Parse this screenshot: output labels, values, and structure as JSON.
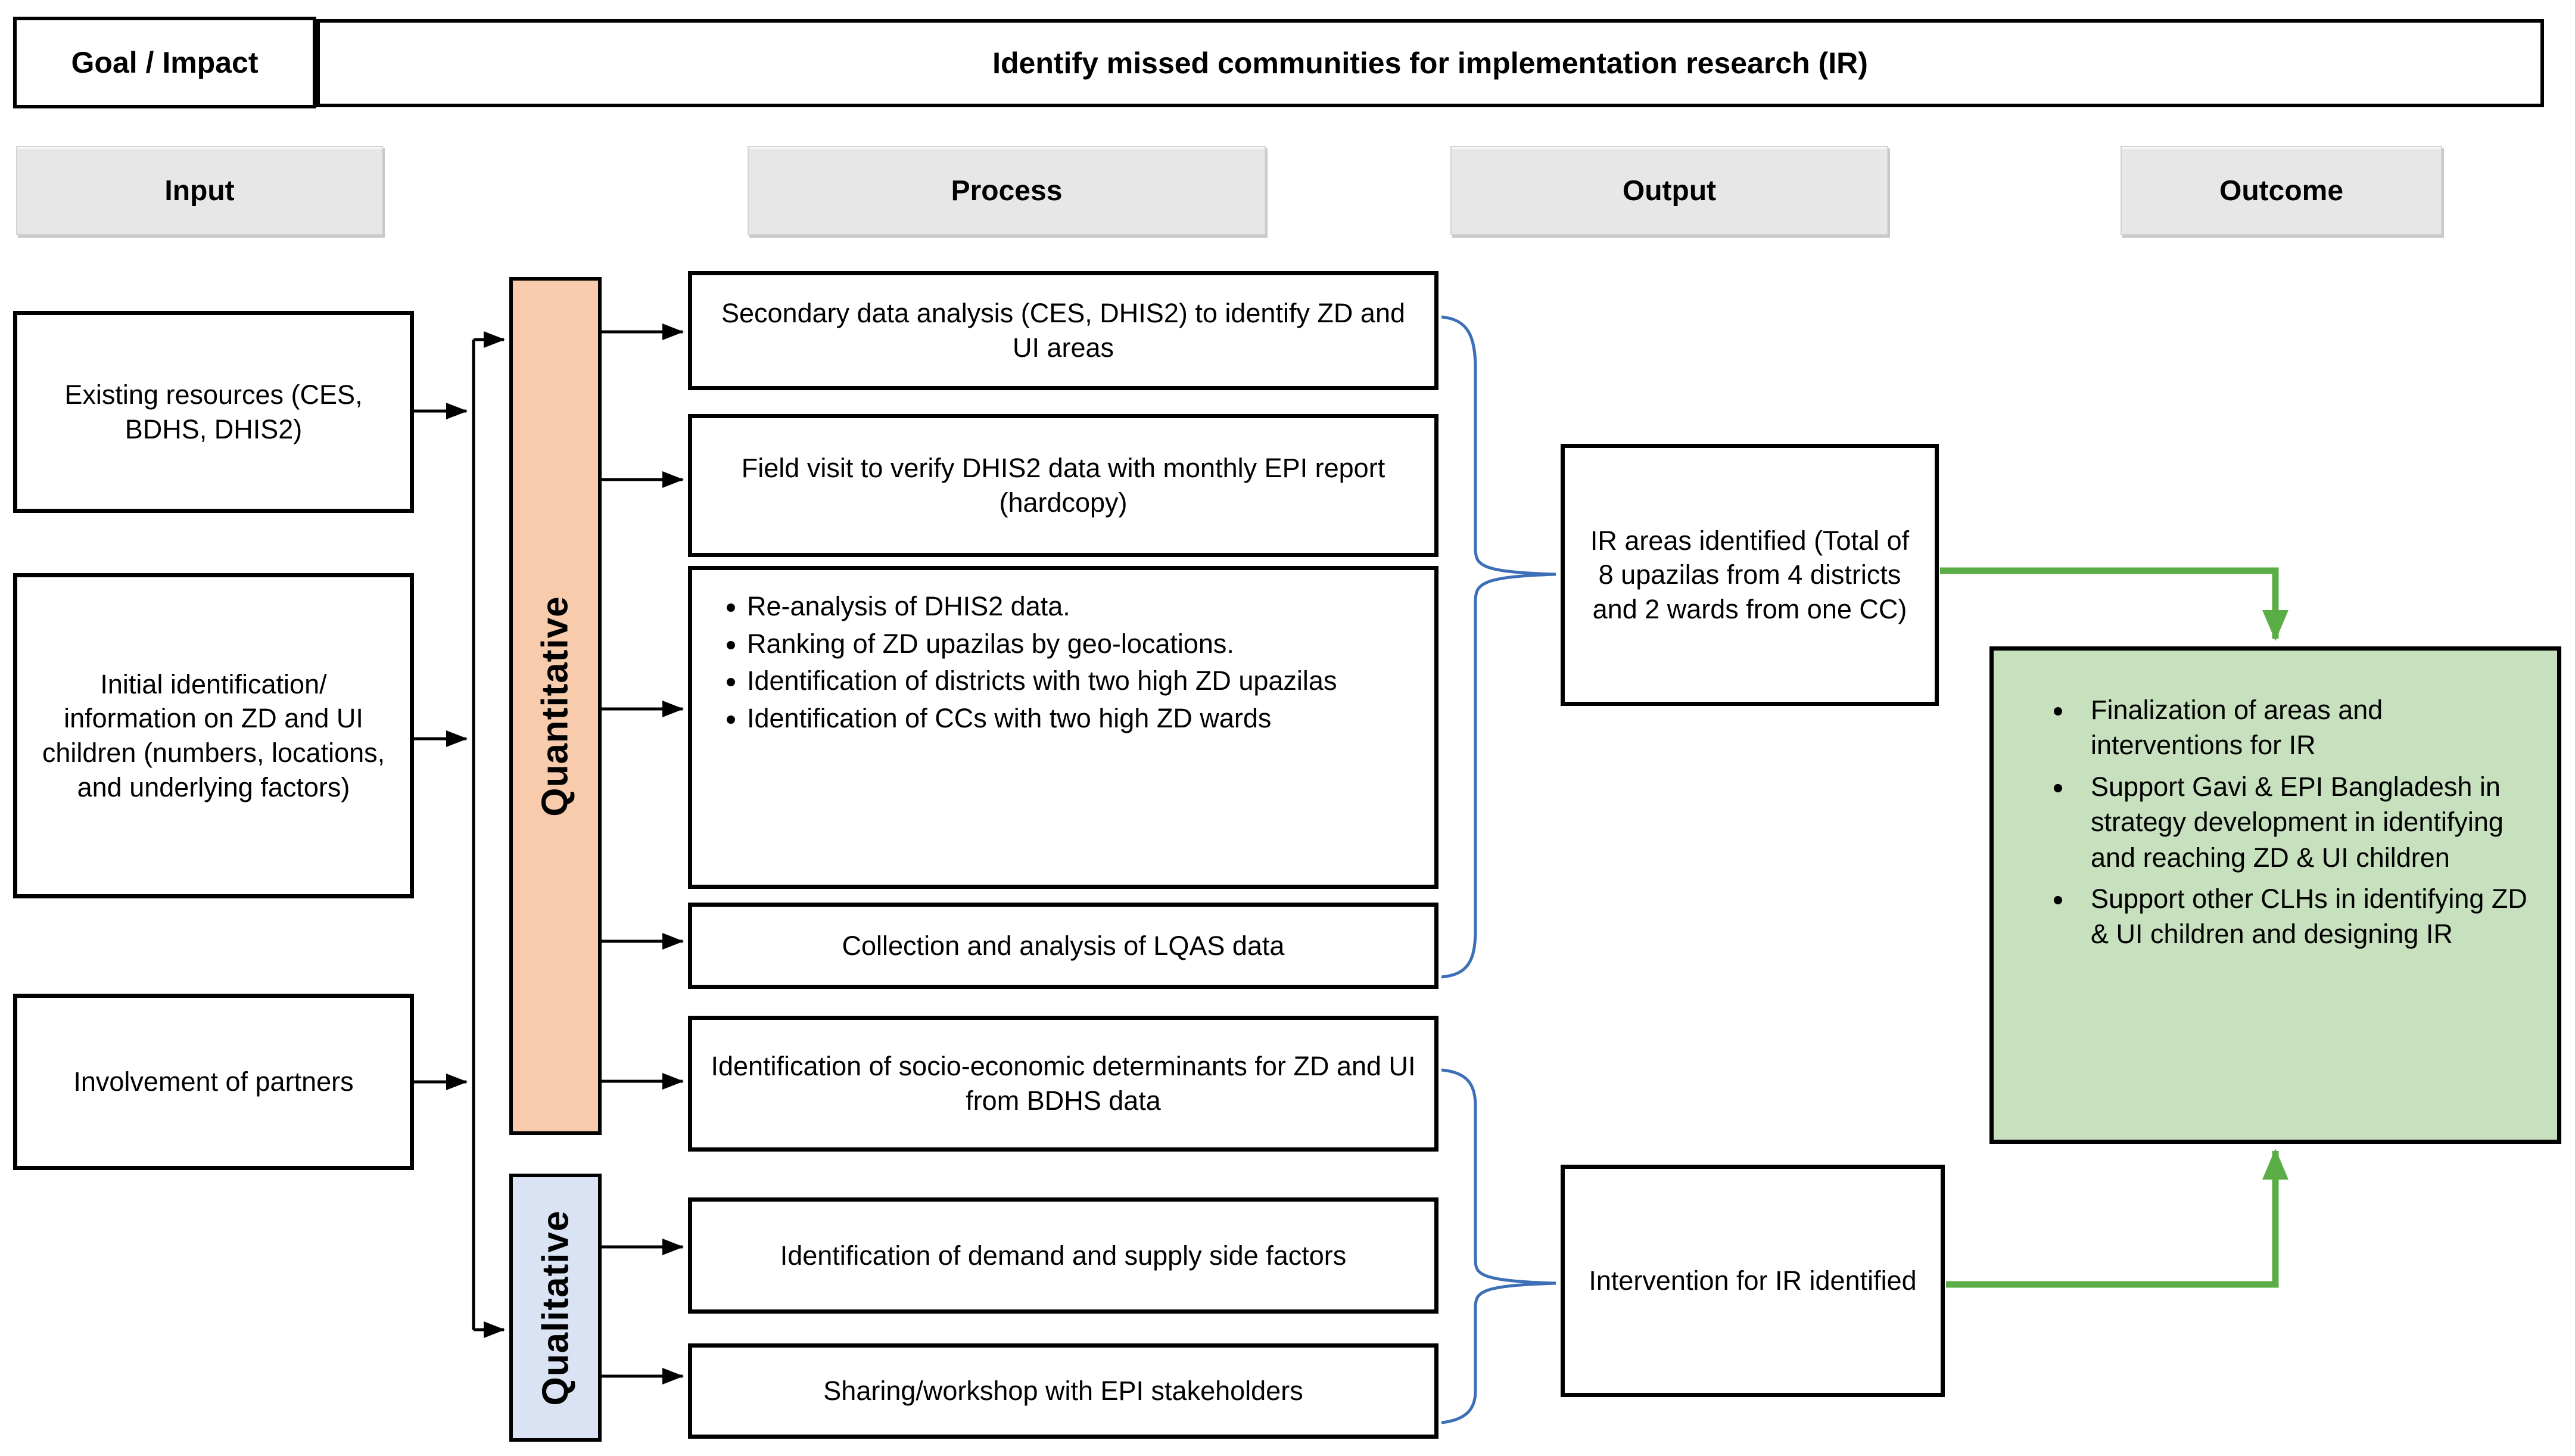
{
  "goal": {
    "label": "Goal / Impact",
    "banner": "Identify missed communities for implementation research (IR)"
  },
  "headers": {
    "input": "Input",
    "process": "Process",
    "output": "Output",
    "outcome": "Outcome"
  },
  "inputs": {
    "existing_resources": "Existing resources (CES, BDHS, DHIS2)",
    "initial_identification": "Initial identification/ information on ZD and UI children (numbers, locations, and underlying factors)",
    "involvement_partners": "Involvement of partners"
  },
  "methods": {
    "quantitative": "Quantitative",
    "qualitative": "Qualitative"
  },
  "process": {
    "p1": "Secondary data analysis (CES, DHIS2) to identify ZD and UI areas",
    "p2": "Field visit to verify DHIS2 data with monthly EPI report (hardcopy)",
    "p3": {
      "bullets": [
        "Re-analysis of DHIS2 data.",
        "Ranking of ZD upazilas by geo-locations.",
        "Identification of districts with two high ZD upazilas",
        "Identification of CCs with two high ZD wards"
      ]
    },
    "p4": "Collection and analysis of LQAS data",
    "p5": "Identification of socio-economic determinants for ZD and UI from BDHS data",
    "p6": "Identification of demand and supply side factors",
    "p7": "Sharing/workshop with EPI stakeholders"
  },
  "outputs": {
    "ir_areas": "IR areas identified (Total of 8 upazilas from 4 districts and 2 wards from one CC)",
    "intervention": "Intervention for IR identified"
  },
  "outcome": {
    "bullets": [
      "Finalization of areas and interventions for IR",
      "Support Gavi & EPI Bangladesh in strategy development in identifying and reaching ZD & UI children",
      "Support other CLHs in identifying ZD & UI children and designing IR"
    ]
  },
  "colors": {
    "quantitative_fill": "#F8CBAD",
    "qualitative_fill": "#DAE3F3",
    "outcome_fill": "#C7E0BD",
    "header_fill": "#E8E7E7",
    "brace_blue": "#3C6FB7",
    "arrow_green": "#5BAE46"
  }
}
